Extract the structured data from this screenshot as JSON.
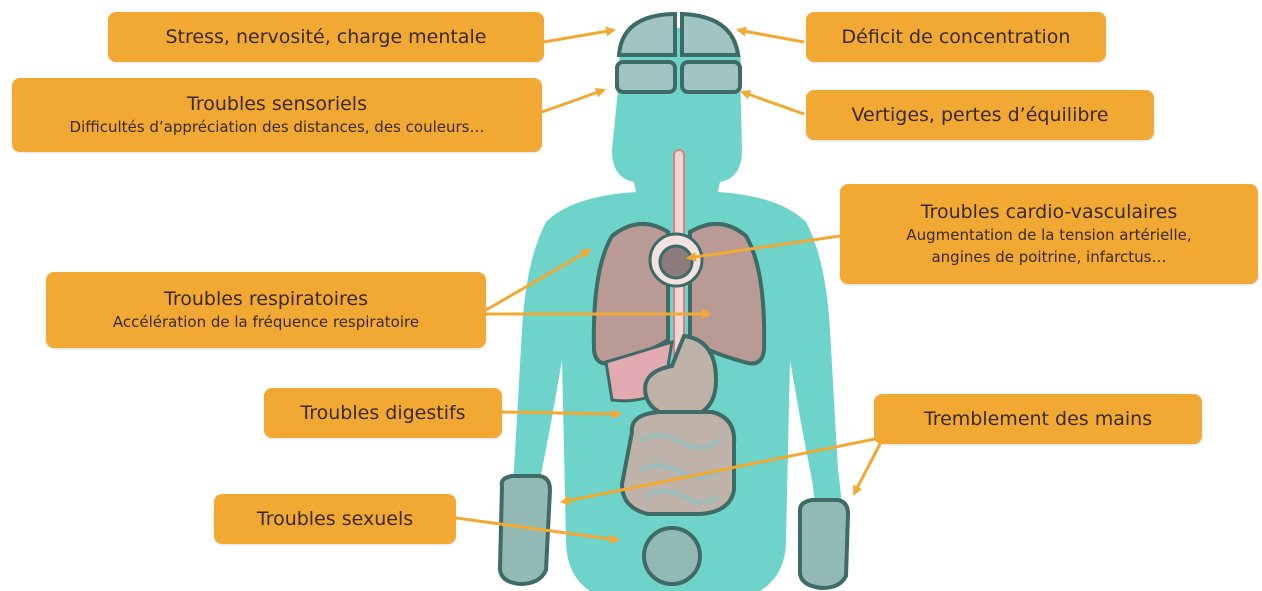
{
  "colors": {
    "callout_fill": "#f2a933",
    "callout_text": "#3a2a14",
    "arrow": "#f2a933",
    "body_fill": "#6ed3c9",
    "organ_outline": "#3f6b66",
    "lung_fill": "#b99a95",
    "organ_fill": "#bfb3a9",
    "brain_fill": "#9fc4c1"
  },
  "callouts": {
    "stress": {
      "title": "Stress, nervosité, charge mentale"
    },
    "concentration": {
      "title": "Déficit de concentration"
    },
    "sensoriels": {
      "title": "Troubles sensoriels",
      "detail": "Difficultés d’appréciation des distances, des couleurs…"
    },
    "vertiges": {
      "title": "Vertiges, pertes d’équilibre"
    },
    "cardio": {
      "title": "Troubles cardio-vasculaires",
      "detail_line1": "Augmentation de la tension artérielle,",
      "detail_line2": "angines de poitrine, infarctus…"
    },
    "respiratoires": {
      "title": "Troubles respiratoires",
      "detail": "Accélération de la fréquence respiratoire"
    },
    "digestifs": {
      "title": "Troubles digestifs"
    },
    "tremblement": {
      "title": "Tremblement des mains"
    },
    "sexuels": {
      "title": "Troubles sexuels"
    }
  }
}
